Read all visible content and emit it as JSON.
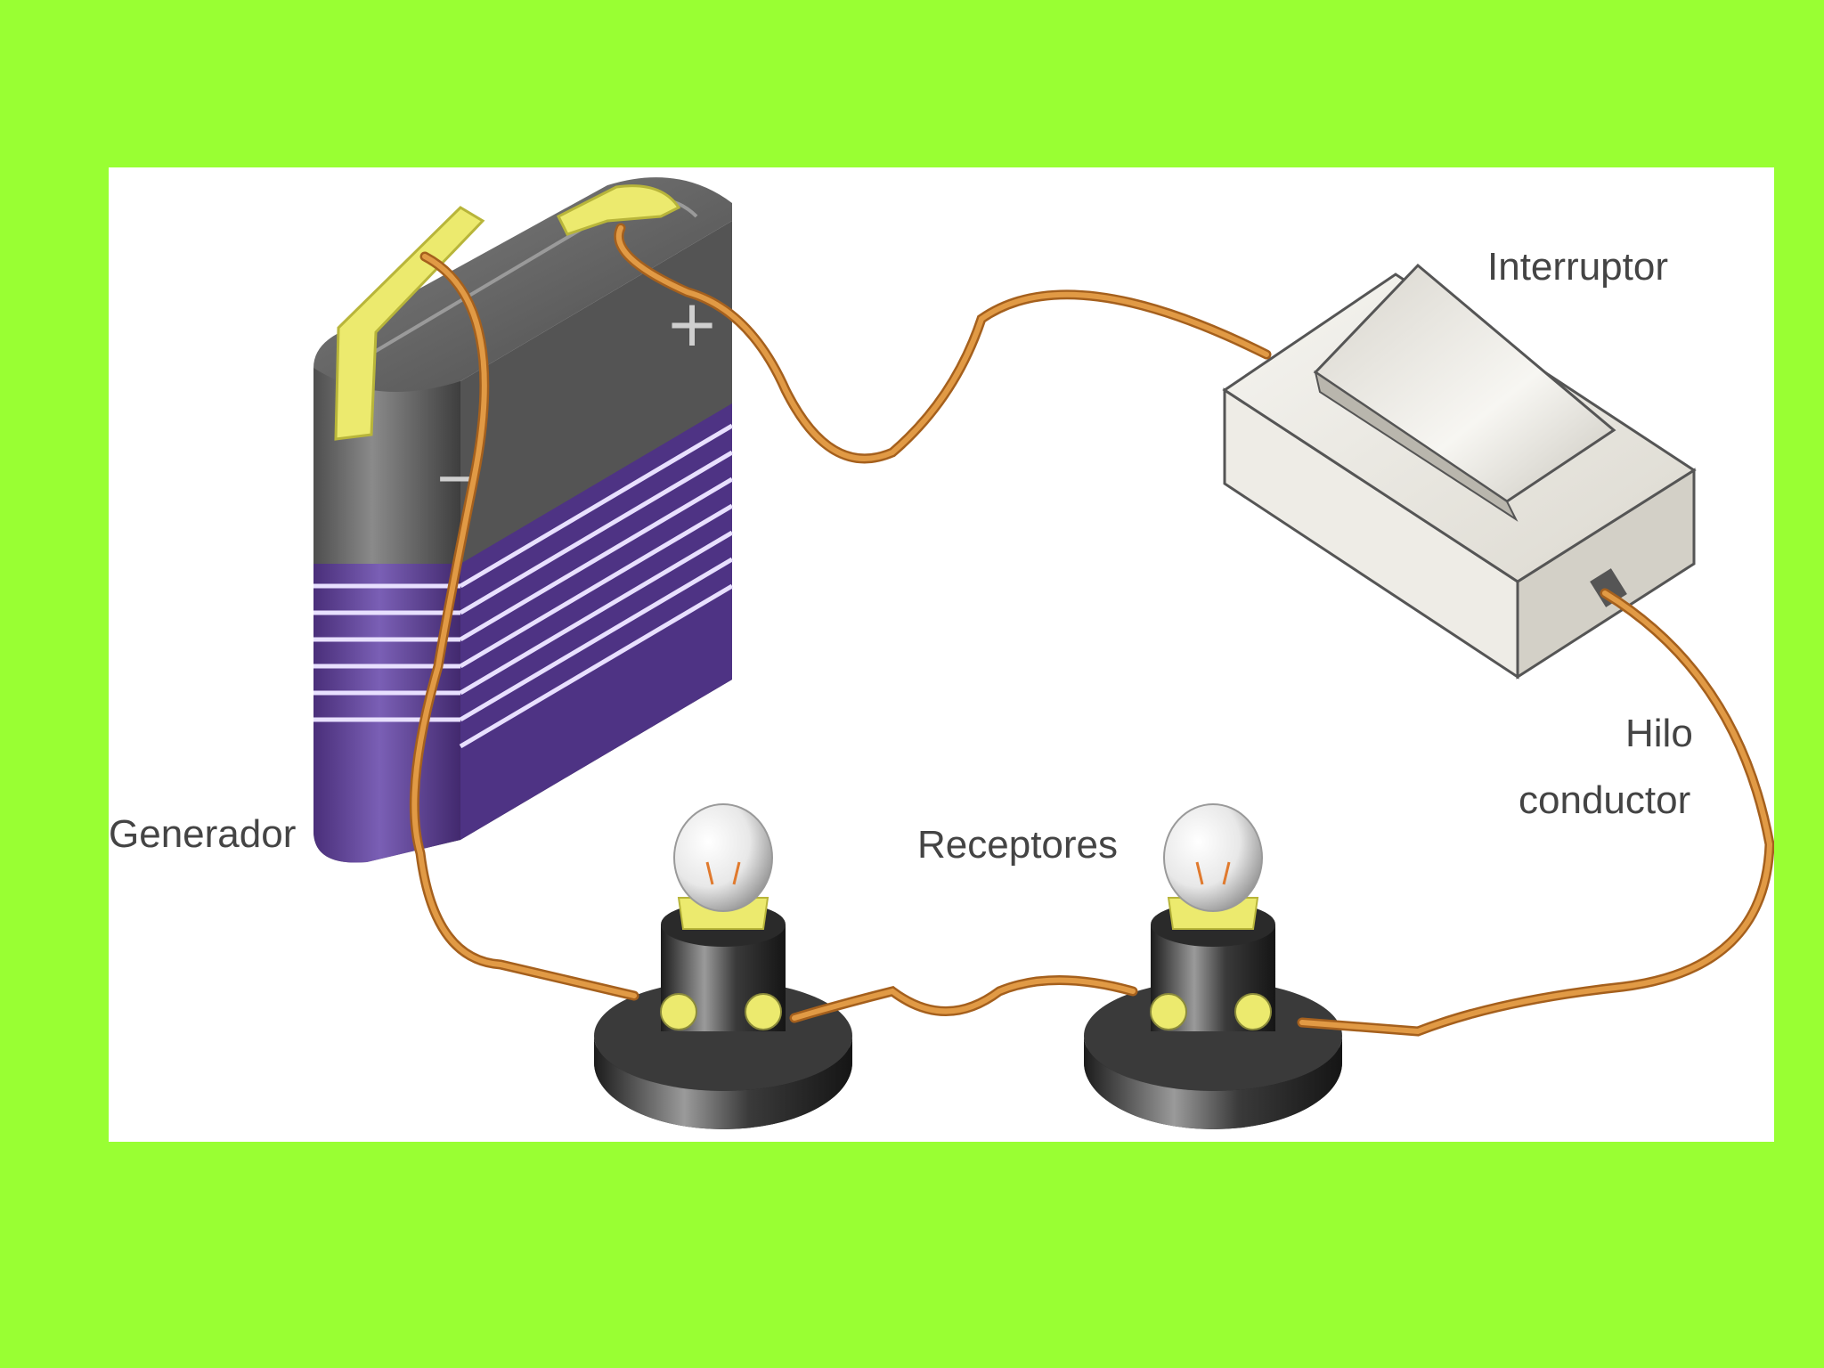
{
  "diagram": {
    "labels": {
      "switch": "Interruptor",
      "battery": "Generador",
      "bulbs": "Receptores",
      "wire_line1": "Hilo",
      "wire_line2": "conductor"
    },
    "battery_signs": {
      "positive": "+",
      "negative": "−"
    },
    "colors": {
      "background": "#99ff33",
      "panel": "#ffffff",
      "wire": "#d98a2b",
      "battery_top": "#5f5f5f",
      "battery_body": "#5a3f8e",
      "terminal": "#ecea6e",
      "switch_body": "#e4e1d9",
      "bulb_base": "#2a2a2a"
    }
  }
}
